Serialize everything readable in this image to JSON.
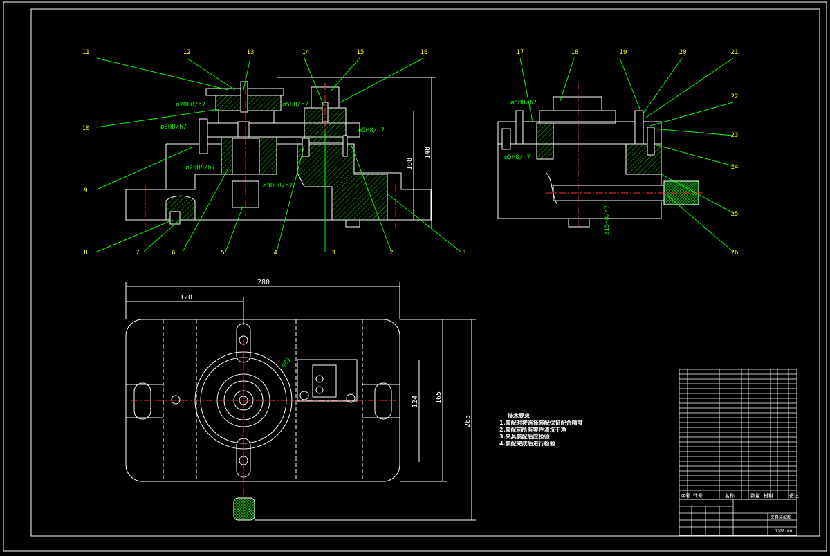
{
  "callouts": [
    "1",
    "2",
    "3",
    "4",
    "5",
    "6",
    "7",
    "8",
    "9",
    "10",
    "11",
    "12",
    "13",
    "14",
    "15",
    "16",
    "17",
    "18",
    "19",
    "20",
    "21",
    "22",
    "23",
    "24",
    "25",
    "26"
  ],
  "fits": {
    "f1": "ø20H8/h7",
    "f2": "ø5H8/h7",
    "f3": "ø8H8/h7",
    "f4": "ø5H8/h7",
    "f5": "ø25H8/h7",
    "f6": "ø30H8/h7",
    "f7": "ø5H8/h7",
    "f8": "ø5H8/h7",
    "f9": "ø15H8/h7",
    "f10": "ø87"
  },
  "dims": {
    "d148": "148",
    "d108": "108",
    "d280": "280",
    "d120": "120",
    "d124": "124",
    "d165": "165",
    "d265": "265"
  },
  "tech_notes": {
    "title": "技术要求",
    "lines": [
      "1.装配时按选择装配保证配合精度",
      "2.装配前所有零件清洗干净",
      "3.夹具装配后应检验",
      "4.装配完成后进行检验"
    ]
  },
  "title_block": {
    "label_seq": "序号",
    "label_code": "代号",
    "label_name": "名称",
    "label_qty": "数量",
    "label_material": "材料",
    "label_note": "备注",
    "drawing_name": "夹具装配图",
    "drawing_no": "JJZP-00"
  },
  "colors": {
    "background": "#000000",
    "outline": "#ffffff",
    "leader": "#00ff00",
    "centerline": "#ff0000",
    "hatch": "#ffff00",
    "dimension": "#ffffff"
  }
}
